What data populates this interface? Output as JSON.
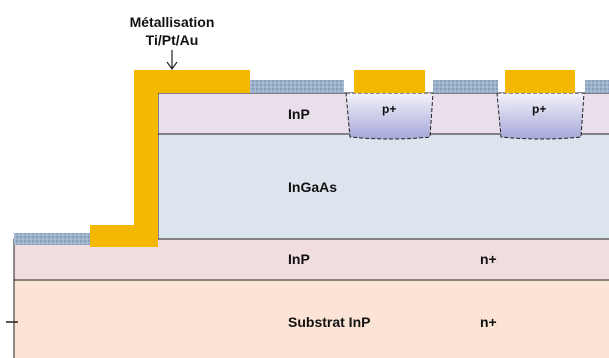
{
  "diagram": {
    "metallization_label": {
      "line1": "Métallisation",
      "line2": "Ti/Pt/Au"
    },
    "layers": {
      "top_inp": {
        "label": "InP"
      },
      "ingaas": {
        "label": "InGaAs"
      },
      "mid_inp": {
        "label": "InP",
        "doping": "n+"
      },
      "substrate": {
        "label": "Substrat InP",
        "doping": "n+"
      }
    },
    "implants": [
      {
        "label": "p+"
      },
      {
        "label": "p+"
      }
    ],
    "colors": {
      "metal": "#F5B800",
      "passivation": "#8FA3BF",
      "top_inp": "#E8DFEA",
      "ingaas": "#DCE5EE",
      "mid_inp": "#EFDDE0",
      "substrate": "#FBE4D6",
      "implant_top": "#F3F2FA",
      "implant_bottom": "#A7A8D9",
      "outline": "#222222"
    }
  }
}
